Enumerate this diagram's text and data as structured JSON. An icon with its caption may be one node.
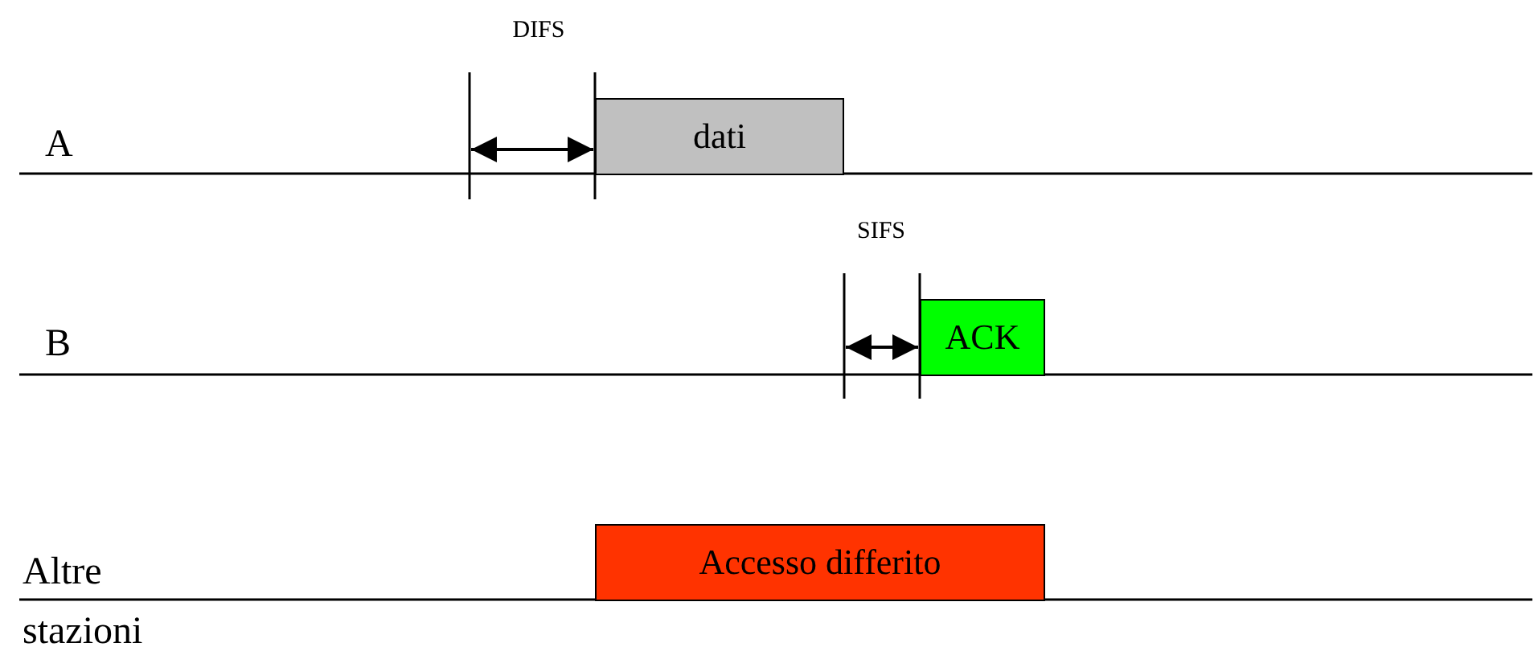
{
  "diagram": {
    "nodes": [
      {
        "text": [
          "dati"
        ]
      },
      {
        "text": [
          "ACK"
        ]
      },
      {
        "text": [
          "Accesso differito"
        ]
      }
    ],
    "edges": [],
    "labels": [
      "DIFS",
      "A",
      "SIFS",
      "B",
      "Altre stazioni"
    ]
  }
}
